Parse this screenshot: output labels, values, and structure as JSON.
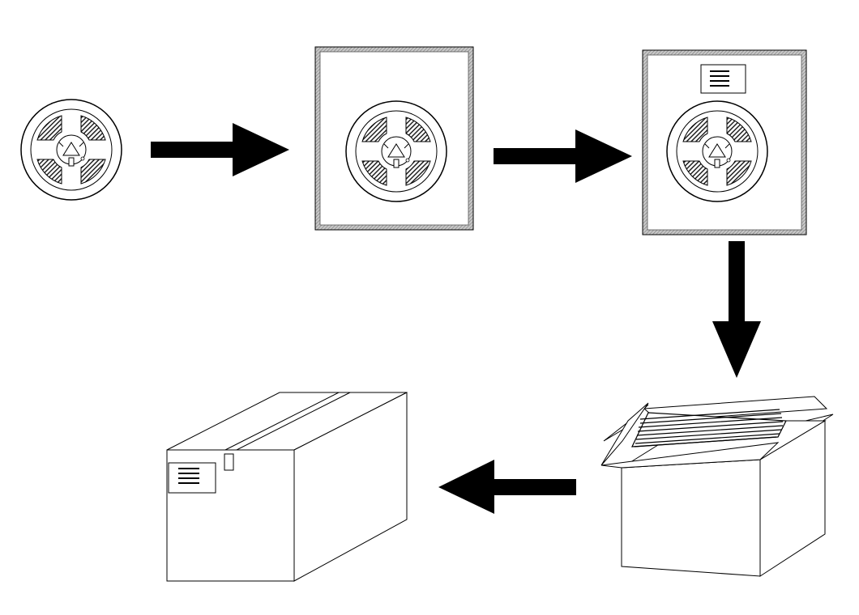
{
  "diagram": {
    "steps": [
      {
        "id": "reel",
        "icon": "tape-reel-icon"
      },
      {
        "id": "reel-in-bag",
        "icon": "moisture-barrier-bag-icon"
      },
      {
        "id": "labeled-sealed-bag",
        "icon": "labeled-bag-icon"
      },
      {
        "id": "open-box-with-bags",
        "icon": "open-carton-icon"
      },
      {
        "id": "sealed-labeled-box",
        "icon": "sealed-carton-icon"
      }
    ],
    "arrows": [
      {
        "from": "reel",
        "to": "reel-in-bag",
        "direction": "right"
      },
      {
        "from": "reel-in-bag",
        "to": "labeled-sealed-bag",
        "direction": "right"
      },
      {
        "from": "labeled-sealed-bag",
        "to": "open-box-with-bags",
        "direction": "down"
      },
      {
        "from": "open-box-with-bags",
        "to": "sealed-labeled-box",
        "direction": "left"
      }
    ],
    "colors": {
      "stroke": "#000000",
      "fill": "#ffffff",
      "hatch": "#333333",
      "bag_border": "#9a9a9a"
    }
  }
}
